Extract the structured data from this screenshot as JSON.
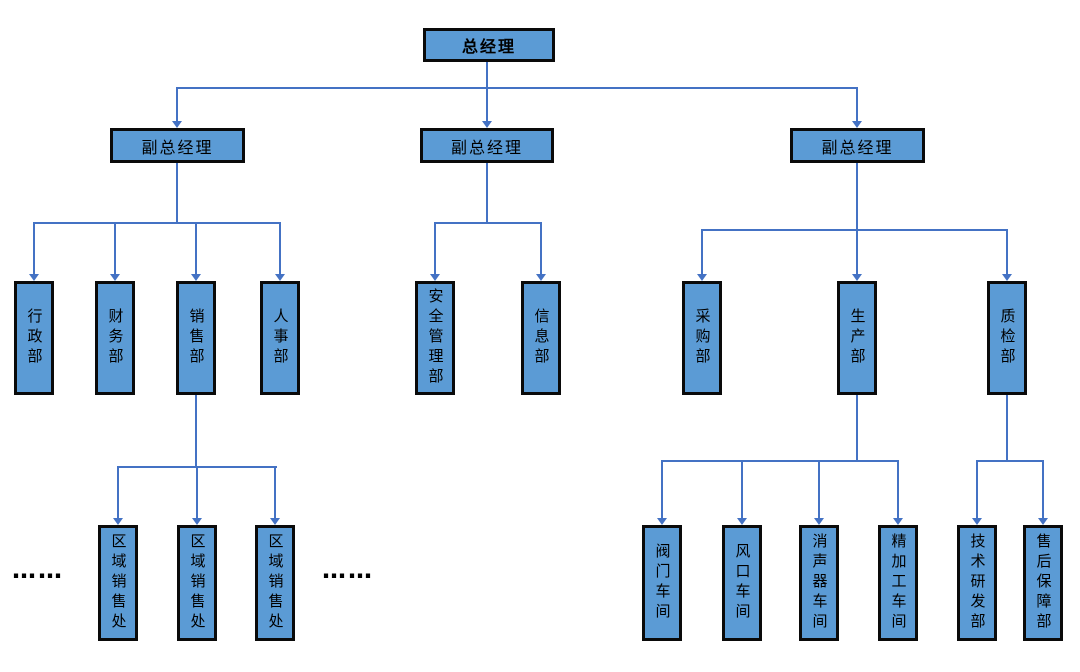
{
  "colors": {
    "box_fill": "#5B9BD5",
    "box_border": "#0A0A0A",
    "line_color": "#4472C4",
    "text_color": "#000000",
    "background": "#FFFFFF"
  },
  "org_chart": {
    "root": {
      "label": "总经理"
    },
    "deputies": [
      {
        "label": "副总经理"
      },
      {
        "label": "副总经理"
      },
      {
        "label": "副总经理"
      }
    ],
    "departments": [
      {
        "label": "行政部"
      },
      {
        "label": "财务部"
      },
      {
        "label": "销售部"
      },
      {
        "label": "人事部"
      },
      {
        "label": "安全管理部"
      },
      {
        "label": "信息部"
      },
      {
        "label": "采购部"
      },
      {
        "label": "生产部"
      },
      {
        "label": "质检部"
      }
    ],
    "sales_offices": [
      {
        "label": "区域销售处"
      },
      {
        "label": "区域销售处"
      },
      {
        "label": "区域销售处"
      }
    ],
    "workshops": [
      {
        "label": "阀门车间"
      },
      {
        "label": "风口车间"
      },
      {
        "label": "消声器车间"
      },
      {
        "label": "精加工车间"
      }
    ],
    "quality_children": [
      {
        "label": "技术研发部"
      },
      {
        "label": "售后保障部"
      }
    ],
    "ellipsis_left": "……",
    "ellipsis_right": "……"
  }
}
